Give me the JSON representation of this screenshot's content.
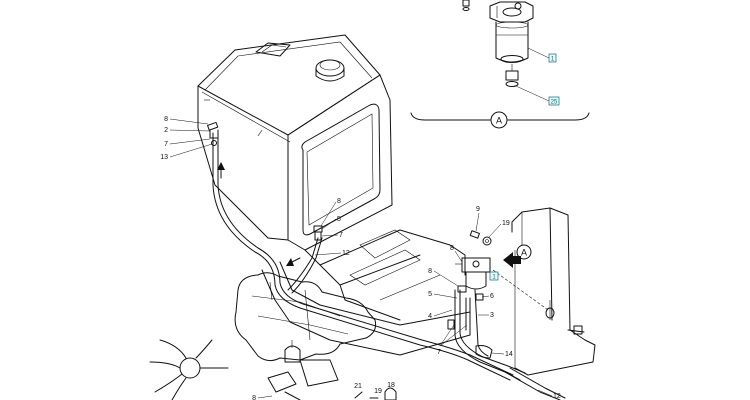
{
  "detail": {
    "circle_label": "A",
    "part_refs": [
      "1",
      "25"
    ]
  },
  "callouts": {
    "left_group": [
      "8",
      "2",
      "7",
      "13"
    ],
    "mid_group": [
      "8",
      "5",
      "7",
      "12"
    ],
    "right_top": [
      "9",
      "19",
      "6"
    ],
    "right_group": [
      "8",
      "5",
      "4",
      "7",
      "6",
      "3",
      "14"
    ],
    "bottom": [
      "8",
      "21",
      "19",
      "18",
      "12"
    ],
    "filter_ref": "1",
    "view_circle": "A"
  }
}
